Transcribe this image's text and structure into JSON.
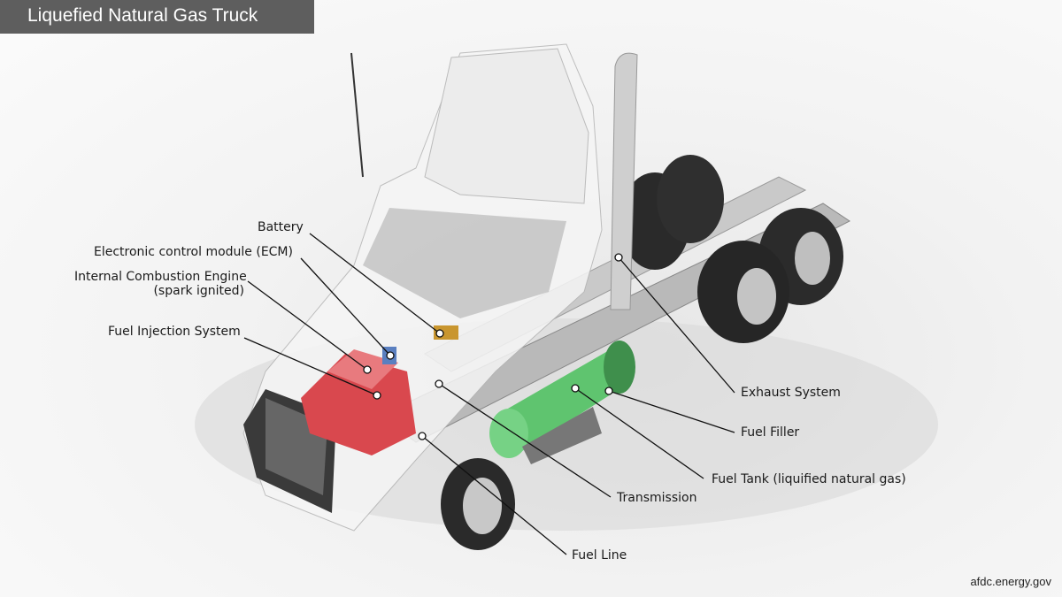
{
  "title": "Liquefied Natural Gas Truck",
  "labels": {
    "battery": "Battery",
    "ecm": "Electronic control module (ECM)",
    "engine_line1": "Internal Combustion Engine",
    "engine_line2": "(spark ignited)",
    "fuel_injection": "Fuel Injection System",
    "exhaust": "Exhaust System",
    "fuel_filler": "Fuel Filler",
    "fuel_tank": "Fuel Tank (liquified natural gas)",
    "transmission": "Transmission",
    "fuel_line": "Fuel Line"
  },
  "credit": "afdc.energy.gov",
  "colors": {
    "engine": "#d9484e",
    "tank": "#5fc46f",
    "title_bg": "#5e5e5e"
  }
}
